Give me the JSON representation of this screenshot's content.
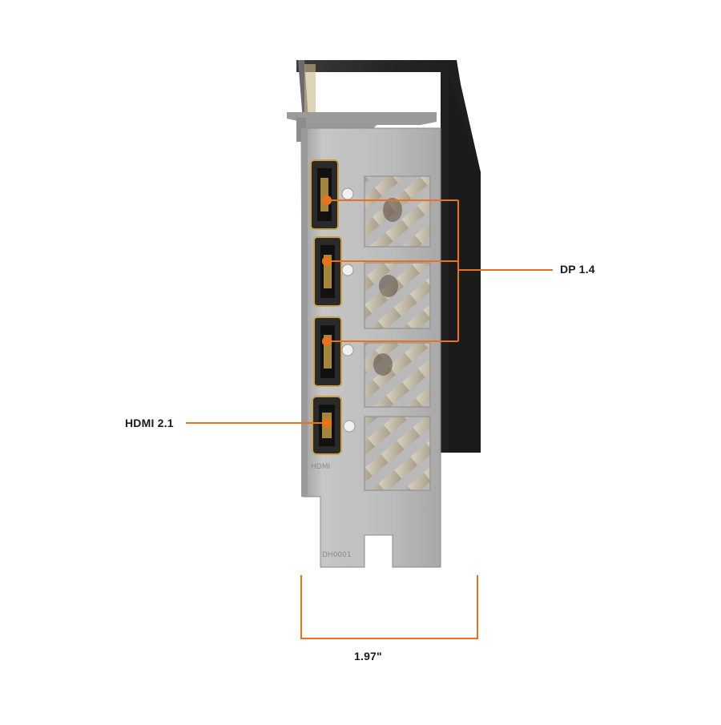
{
  "annotations": {
    "dp_label": "DP 1.4",
    "hdmi_label": "HDMI 2.1",
    "width_label": "1.97\""
  },
  "bracket_markings": {
    "hdmi_engraving": "HDMI",
    "part_code": "DH0001"
  },
  "colors": {
    "accent": "#e8731c",
    "bracket": "#b4b4b4",
    "shroud": "#2a2a2a",
    "port_gold": "#c9a24a"
  },
  "ports": [
    {
      "type": "DisplayPort"
    },
    {
      "type": "DisplayPort"
    },
    {
      "type": "DisplayPort"
    },
    {
      "type": "HDMI"
    }
  ]
}
